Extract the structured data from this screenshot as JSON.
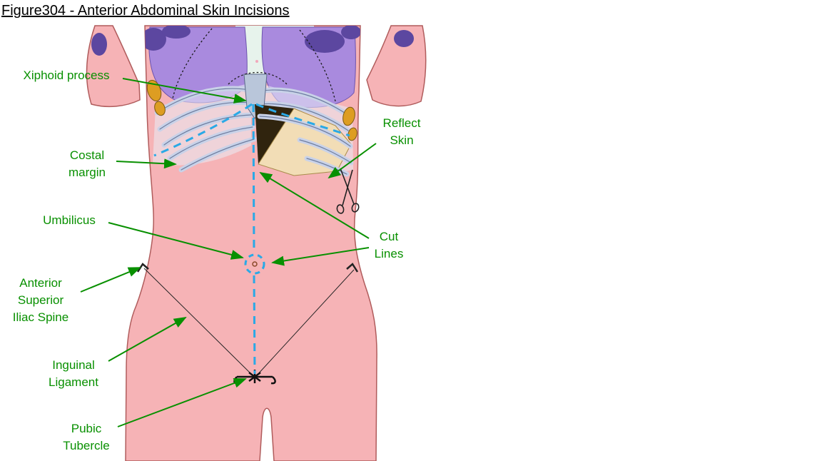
{
  "title": "Figure304 - Anterior Abdominal Skin Incisions",
  "labels": {
    "xiphoid_process": "Xiphoid process",
    "costal_margin": "Costal\nmargin",
    "umbilicus": "Umbilicus",
    "anterior_superior_iliac_spine": "Anterior\nSuperior\nIliac Spine",
    "inguinal_ligament": "Inguinal\nLigament",
    "pubic_tubercle": "Pubic\nTubercle",
    "reflect_skin": "Reflect\nSkin",
    "cut_lines": "Cut\nLines"
  },
  "colors": {
    "annotation_green": "#089000",
    "cut_line_blue": "#2aa9e6",
    "skin_pink": "#f6b3b6",
    "lung_purple": "#a98ade",
    "reflected_skin_tan": "#f2ddb6"
  }
}
